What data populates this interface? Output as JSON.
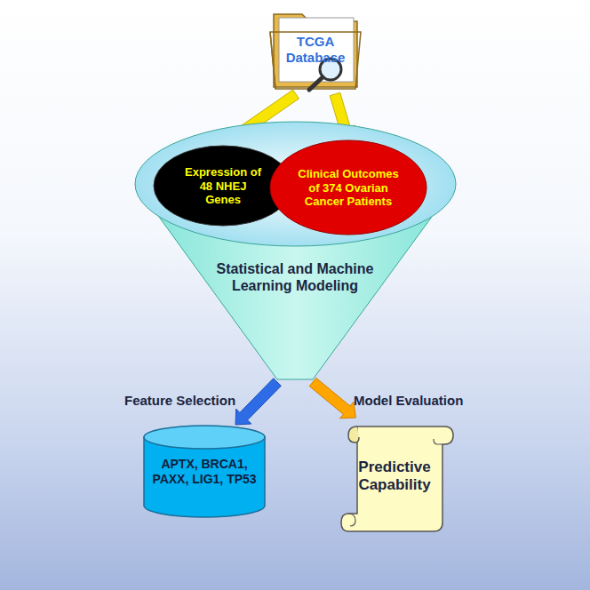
{
  "diagram": {
    "nodes": [
      {
        "text": [
          "TCGA Database"
        ]
      },
      {
        "text": [
          "Statistical and Machine Learning Modeling"
        ]
      },
      {
        "text": [
          "Expression of 48 NHEJ Genes"
        ],
        "in": 1
      },
      {
        "text": [
          "Clinical Outcomes of 374 Ovarian Cancer Patients"
        ],
        "in": 1
      },
      {
        "text": [
          "APTX, BRCA1, PAXX, LIG1, TP53"
        ]
      },
      {
        "text": [
          "Predictive Capability"
        ]
      }
    ],
    "edges": [
      {
        "from": 0,
        "to": 2,
        "arrow": "to"
      },
      {
        "from": 0,
        "to": 3,
        "arrow": "to"
      },
      {
        "from": 1,
        "to": 4,
        "arrow": "to",
        "label": "Feature Selection"
      },
      {
        "from": 1,
        "to": 5,
        "arrow": "to",
        "label": "Model Evaluation"
      }
    ]
  }
}
